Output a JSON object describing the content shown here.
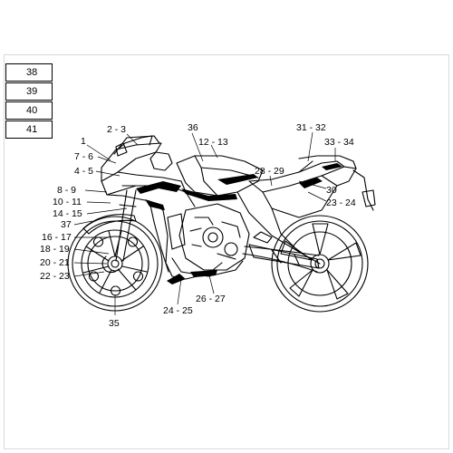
{
  "legend": [
    "38",
    "39",
    "40",
    "41"
  ],
  "callouts": [
    {
      "id": "c1",
      "text": "1"
    },
    {
      "id": "c2",
      "text": "2 - 3"
    },
    {
      "id": "c3",
      "text": "7 - 6"
    },
    {
      "id": "c4",
      "text": "4 - 5"
    },
    {
      "id": "c5",
      "text": "8 - 9"
    },
    {
      "id": "c6",
      "text": "10 - 11"
    },
    {
      "id": "c7",
      "text": "14 - 15"
    },
    {
      "id": "c8",
      "text": "37"
    },
    {
      "id": "c9",
      "text": "16 - 17"
    },
    {
      "id": "c10",
      "text": "18 - 19"
    },
    {
      "id": "c11",
      "text": "20 - 21"
    },
    {
      "id": "c12",
      "text": "22 - 23"
    },
    {
      "id": "c13",
      "text": "35"
    },
    {
      "id": "c14",
      "text": "36"
    },
    {
      "id": "c15",
      "text": "12 - 13"
    },
    {
      "id": "c16",
      "text": "31 - 32"
    },
    {
      "id": "c17",
      "text": "33 - 34"
    },
    {
      "id": "c18",
      "text": "28 - 29"
    },
    {
      "id": "c19",
      "text": "30"
    },
    {
      "id": "c20",
      "text": "23 - 24"
    },
    {
      "id": "c21",
      "text": "26 - 27"
    },
    {
      "id": "c22",
      "text": "24 - 25"
    }
  ]
}
